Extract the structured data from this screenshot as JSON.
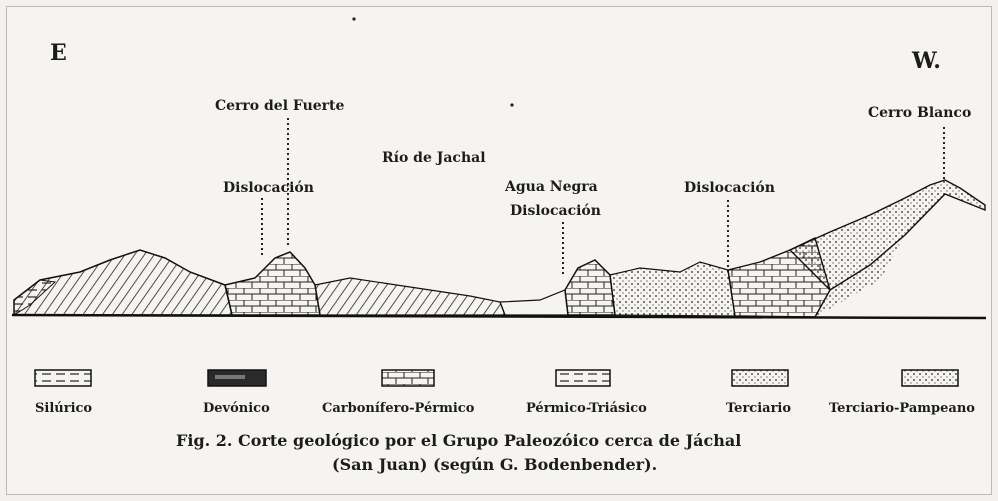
{
  "directions": {
    "east": "E",
    "west": "W."
  },
  "labels": {
    "cerro_del_fuerte": "Cerro del Fuerte",
    "dislocacion_left": "Dislocación",
    "rio": "Río de Jachal",
    "agua_negra": "Agua Negra",
    "agua_negra_dislocacion": "Dislocación",
    "dislocacion_right": "Dislocación",
    "cerro_blanco": "Cerro Blanco"
  },
  "legend": [
    {
      "label": "Silúrico"
    },
    {
      "label": "Devónico"
    },
    {
      "label": "Carbonífero-Pérmico"
    },
    {
      "label": "Pérmico-Triásico"
    },
    {
      "label": "Terciario"
    },
    {
      "label": "Terciario-Pampeano"
    }
  ],
  "caption": {
    "line1": "Fig. 2. Corte geológico por el Grupo Paleozóico cerca de Jáchal",
    "line2": "(San Juan) (según G. Bodenbender)."
  }
}
